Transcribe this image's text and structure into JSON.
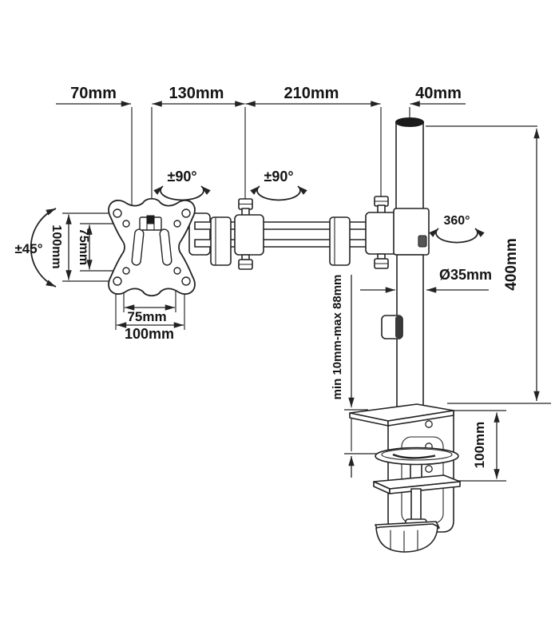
{
  "page": {
    "background": "#ffffff",
    "line_color": "#232323",
    "subject": "Desk clamp monitor arm dimensional technical drawing"
  },
  "diagram": {
    "top_dimensions": {
      "d70": "70mm",
      "d130": "130mm",
      "d210": "210mm",
      "d40": "40mm"
    },
    "rotations": {
      "vesa_tilt": "±90°",
      "elbow_swivel": "±90°",
      "pole_rotation": "360°",
      "side_tilt": "±45°"
    },
    "vesa_plate": {
      "height_outer": "100mm",
      "height_inner": "75mm",
      "width_inner": "75mm",
      "width_outer": "100mm"
    },
    "pole": {
      "height": "400mm",
      "diameter": "Ø35mm"
    },
    "clamp": {
      "desk_thickness": "min 10mm-max 88mm",
      "bracket_height": "100mm"
    }
  }
}
